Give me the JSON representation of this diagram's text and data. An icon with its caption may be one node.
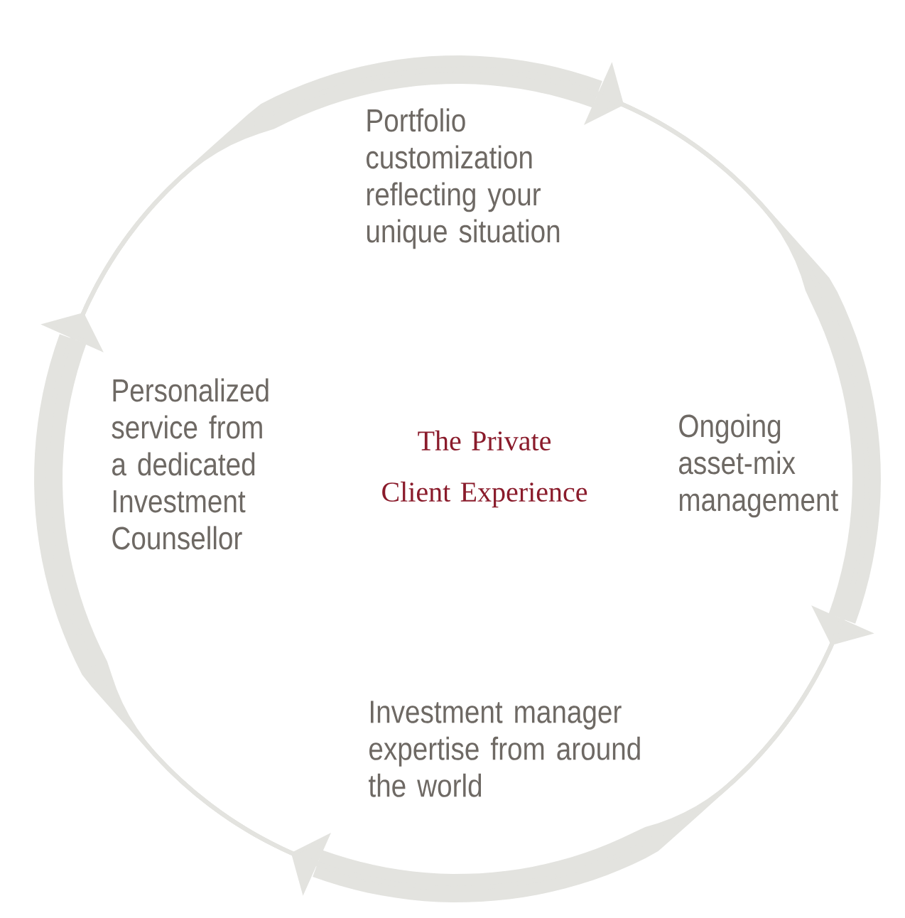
{
  "diagram": {
    "title": "The Private Client Experience",
    "nodes": [
      {
        "text": [
          "Portfolio customization reflecting your unique situation"
        ]
      },
      {
        "text": [
          "Personalized service from a dedicated Investment Counsellor"
        ]
      },
      {
        "text": [
          "Ongoing asset-mix management"
        ]
      },
      {
        "text": [
          "Investment manager expertise from around the world"
        ]
      }
    ],
    "edges": [
      {
        "from": 1,
        "to": 0,
        "arrow": "to"
      },
      {
        "from": 0,
        "to": 2,
        "arrow": "to"
      },
      {
        "from": 2,
        "to": 3,
        "arrow": "to"
      },
      {
        "from": 3,
        "to": 1,
        "arrow": "to"
      }
    ]
  }
}
